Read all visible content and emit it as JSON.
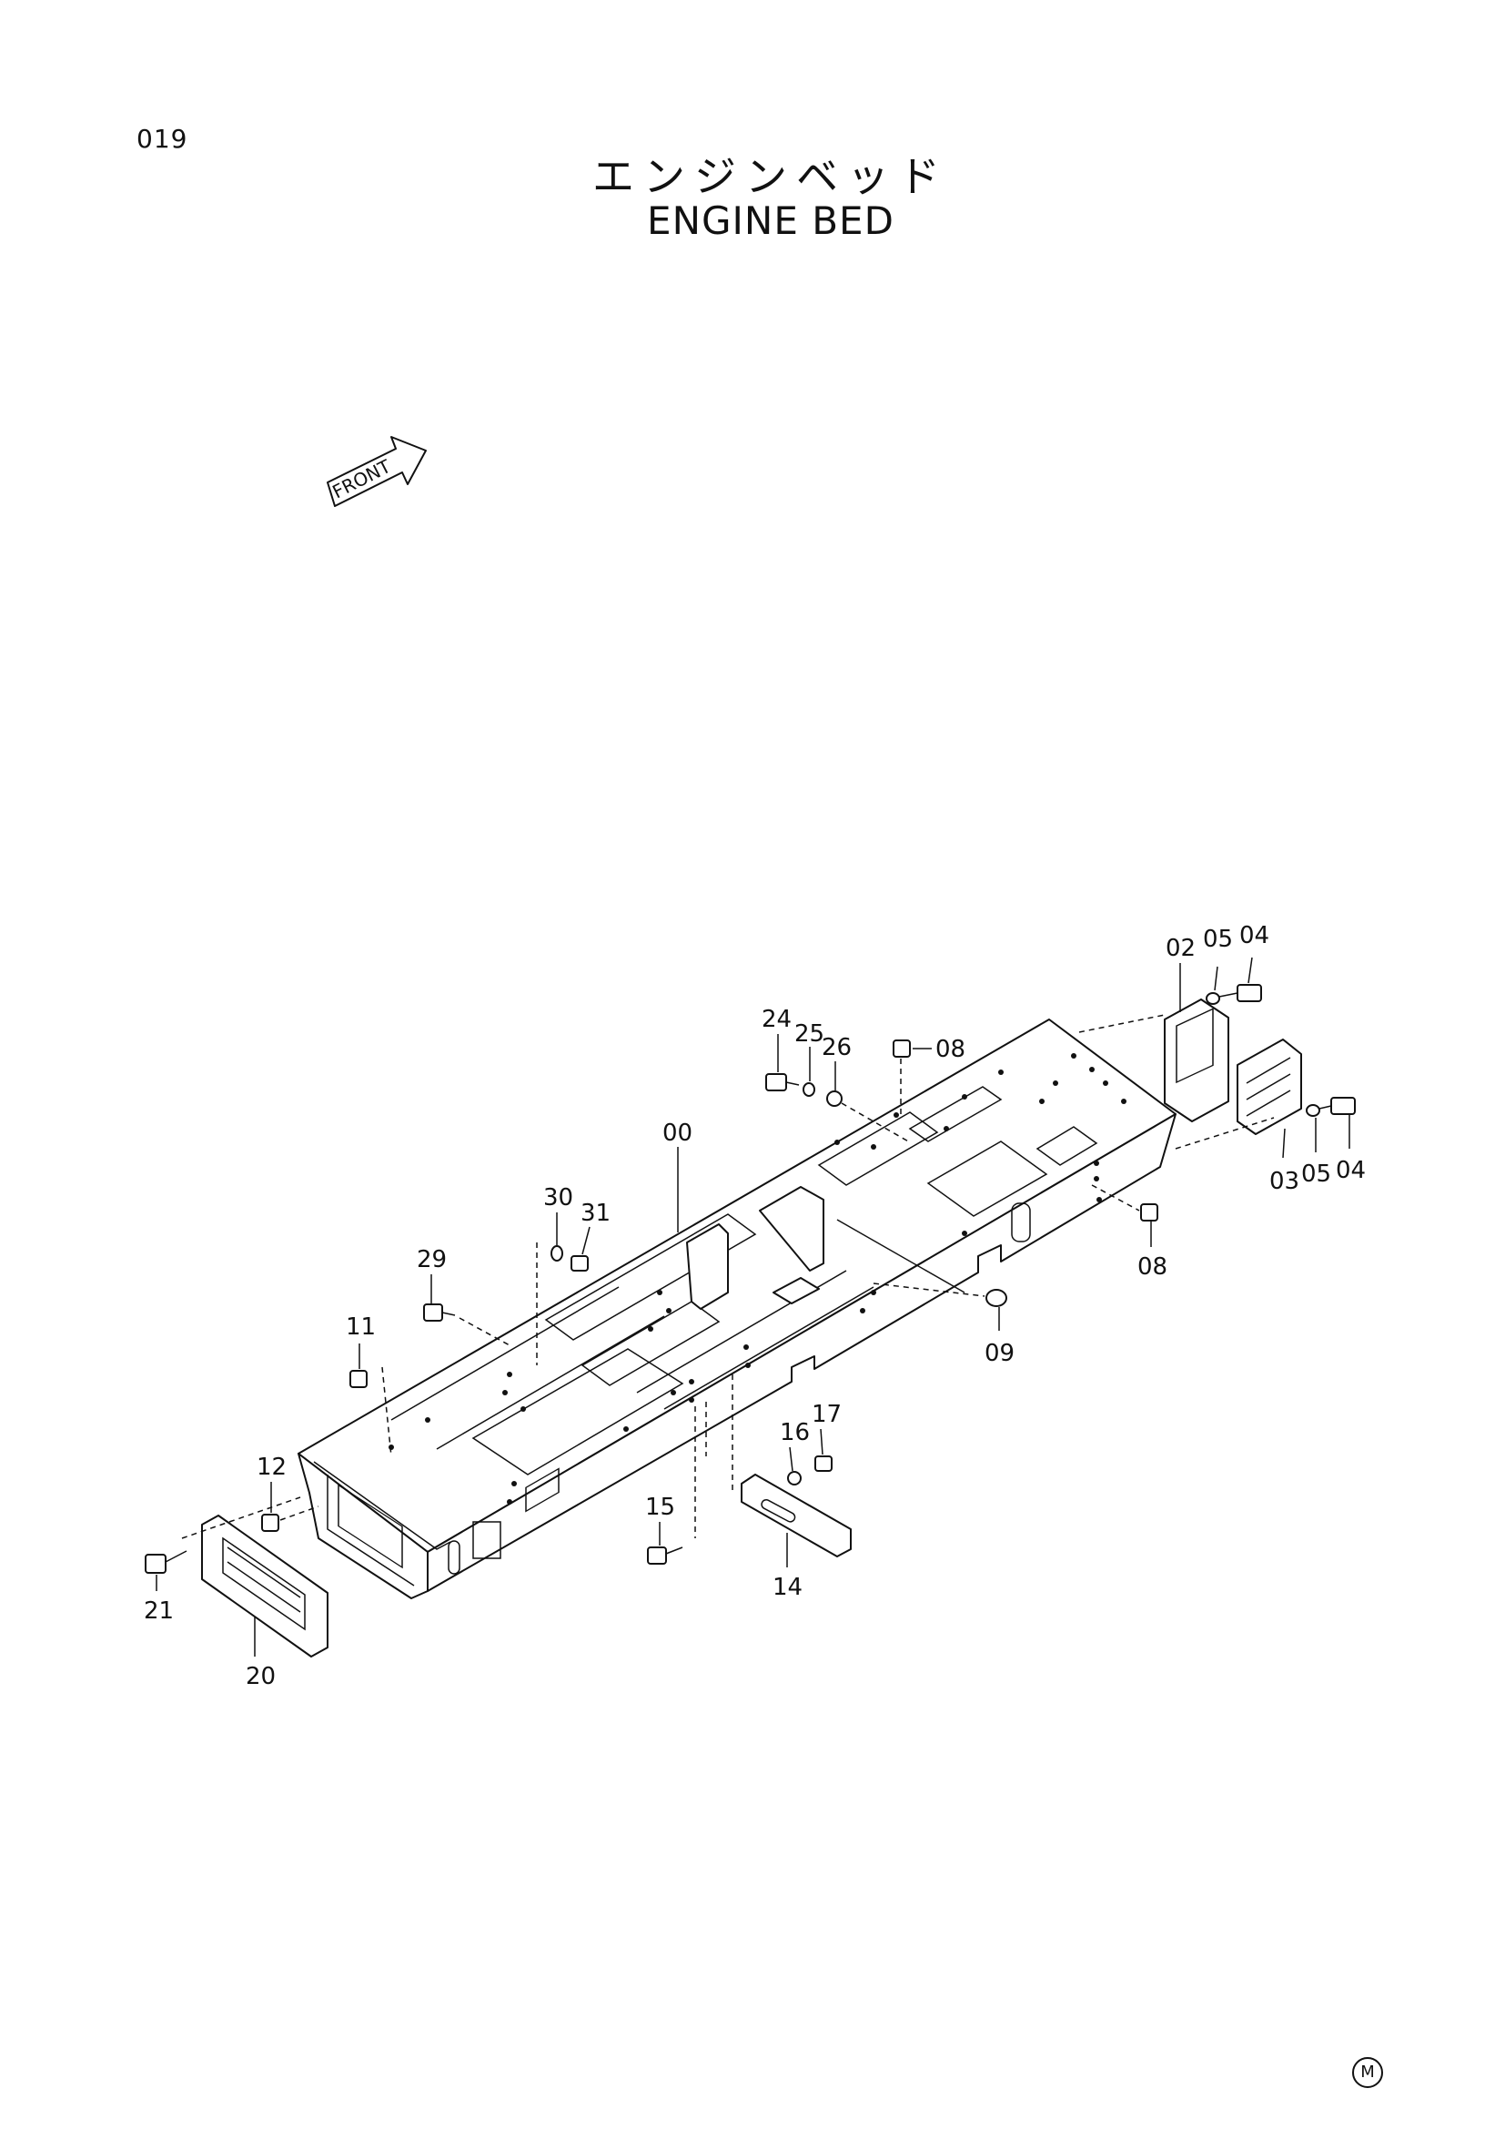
{
  "page": {
    "number": "019",
    "mark": "M"
  },
  "title": {
    "japanese": "エンジンベッド",
    "english": "ENGINE BED"
  },
  "front_arrow": {
    "label": "FRONT"
  },
  "callouts": {
    "c00": "00",
    "c02": "02",
    "c03": "03",
    "c04a": "04",
    "c04b": "04",
    "c05a": "05",
    "c05b": "05",
    "c08a": "08",
    "c08b": "08",
    "c09": "09",
    "c11": "11",
    "c12": "12",
    "c14": "14",
    "c15": "15",
    "c16": "16",
    "c17": "17",
    "c20": "20",
    "c21": "21",
    "c24": "24",
    "c25": "25",
    "c26": "26",
    "c29": "29",
    "c30": "30",
    "c31": "31"
  }
}
